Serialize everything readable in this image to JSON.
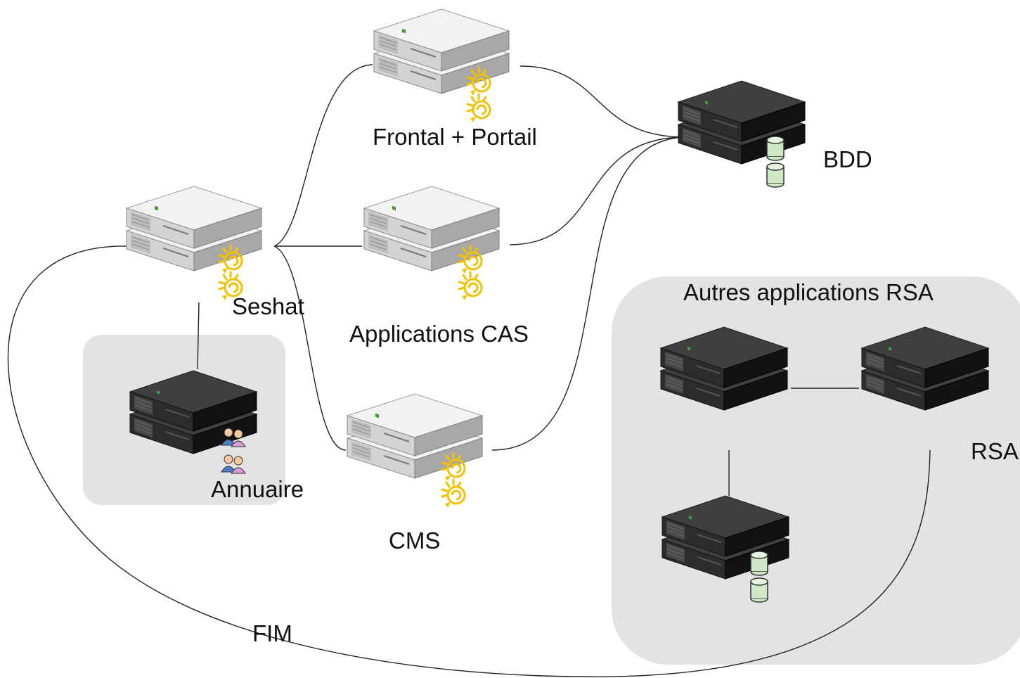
{
  "labels": {
    "frontal": "Frontal + Portail",
    "bdd": "BDD",
    "seshat": "Seshat",
    "applications_cas": "Applications CAS",
    "annuaire": "Annuaire",
    "cms": "CMS",
    "autres_applications": "Autres applications RSA",
    "rsa": "RSA",
    "fim": "FIM"
  },
  "server_styles": {
    "light": {
      "top": "#f2f2f2",
      "front": "#d5d5d5",
      "side": "#a9a9a9",
      "accent": "#4f8f3a"
    },
    "dark": {
      "top": "#3c3c3c",
      "front": "#2a2a2a",
      "side": "#111111",
      "accent": "#3aa34a"
    }
  },
  "badges": {
    "gear_color": "#f2c200",
    "database_color": "#cfe8c6",
    "users_colors": [
      "#4a7fcf",
      "#d99ad6"
    ]
  },
  "group_fill": "#e3e3e3",
  "connector_color": "#222222"
}
